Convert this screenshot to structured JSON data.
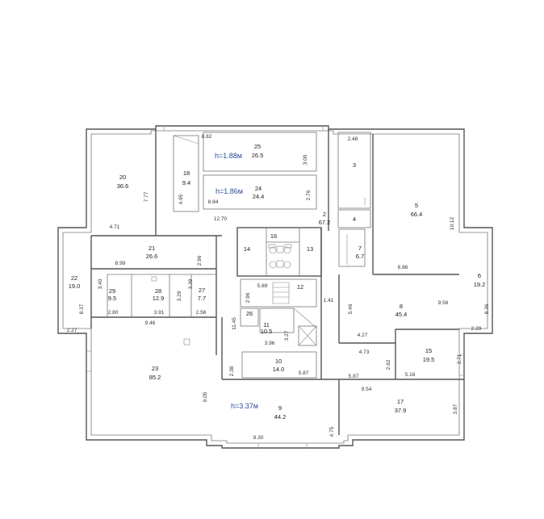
{
  "plan": {
    "ceiling_labels": [
      "h=1.88м",
      "h=1.86м",
      "h=3.37м"
    ],
    "rooms": [
      {
        "id": "20",
        "area": "36.6"
      },
      {
        "id": "25",
        "area": "26.5"
      },
      {
        "id": "18",
        "area": "9.4"
      },
      {
        "id": "24",
        "area": "24.4"
      },
      {
        "id": "3",
        "area": ""
      },
      {
        "id": "5",
        "area": "66.4"
      },
      {
        "id": "4",
        "area": ""
      },
      {
        "id": "2",
        "area": "67.2"
      },
      {
        "id": "21",
        "area": "26.6"
      },
      {
        "id": "16",
        "area": ""
      },
      {
        "id": "14",
        "area": ""
      },
      {
        "id": "13",
        "area": ""
      },
      {
        "id": "7",
        "area": "6.7"
      },
      {
        "id": "6",
        "area": "19.2"
      },
      {
        "id": "22",
        "area": "19.0"
      },
      {
        "id": "29",
        "area": "9.5"
      },
      {
        "id": "28",
        "area": "12.9"
      },
      {
        "id": "27",
        "area": "7.7"
      },
      {
        "id": "12",
        "area": ""
      },
      {
        "id": "8",
        "area": "45.4"
      },
      {
        "id": "26",
        "area": ""
      },
      {
        "id": "11",
        "area": "10.5"
      },
      {
        "id": "23",
        "area": "85.2"
      },
      {
        "id": "10",
        "area": "14.0"
      },
      {
        "id": "15",
        "area": "19.5"
      },
      {
        "id": "9",
        "area": "44.2"
      },
      {
        "id": "17",
        "area": "37.9"
      }
    ],
    "dimensions": [
      "8.82",
      "2.48",
      "3.00",
      "7.77",
      "4.95",
      "8.84",
      "2.76",
      "4.71",
      "12.70",
      "10.12",
      "8.99",
      "2.96",
      "6.86",
      "8.37",
      "3.40",
      "5.89",
      "3.39",
      "3.29",
      "2.80",
      "3.91",
      "2.56",
      "2.27",
      "9.46",
      "5.46",
      "9.56",
      "8.36",
      "2.96",
      "1.41",
      "4.27",
      "2.29",
      "11.45",
      "3.96",
      "3.27",
      "4.73",
      "3.71",
      "2.38",
      "5.87",
      "5.87",
      "2.62",
      "5.16",
      "9.05",
      "9.54",
      "3.87",
      "4.75",
      "9.30"
    ]
  }
}
